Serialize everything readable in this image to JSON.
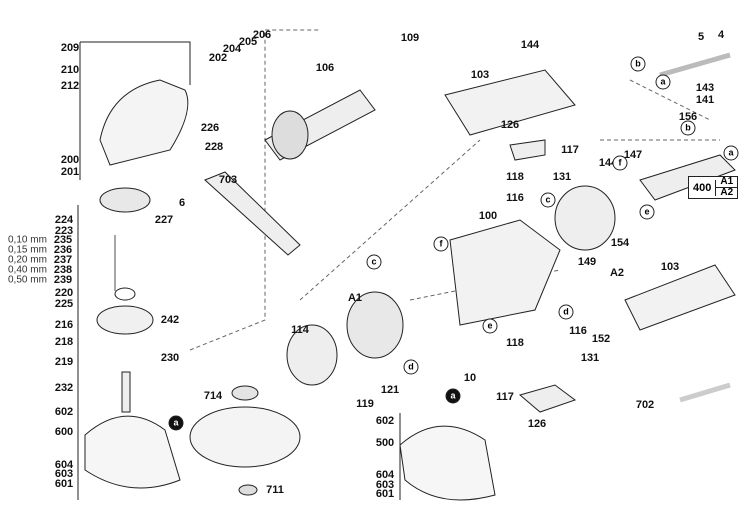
{
  "labels": {
    "p209": "209",
    "p210": "210",
    "p212": "212",
    "p200": "200",
    "p201": "201",
    "p202": "202",
    "p204": "204",
    "p205": "205",
    "p206": "206",
    "p106": "106",
    "p109": "109",
    "p226": "226",
    "p228": "228",
    "p6": "6",
    "p703": "703",
    "p227": "227",
    "p224": "224",
    "p223": "223",
    "p235": "235",
    "p236": "236",
    "p237": "237",
    "p238": "238",
    "p239": "239",
    "p220": "220",
    "p225": "225",
    "p242": "242",
    "p216": "216",
    "p218": "218",
    "p230": "230",
    "p219": "219",
    "p232": "232",
    "p602a": "602",
    "p600": "600",
    "p604a": "604",
    "p603a": "603",
    "p601a": "601",
    "p714": "714",
    "p711": "711",
    "p144a": "144",
    "p103a": "103",
    "p126a": "126",
    "p117a": "117",
    "p118a": "118",
    "p131a": "131",
    "p116a": "116",
    "p144b": "144",
    "p147": "147",
    "p100": "100",
    "p154": "154",
    "p149": "149",
    "p114": "114",
    "p116b": "116",
    "p118b": "118",
    "p131b": "131",
    "p10": "10",
    "p121": "121",
    "p119": "119",
    "p103b": "103",
    "p152": "152",
    "p117b": "117",
    "p126b": "126",
    "p702": "702",
    "p602b": "602",
    "p500": "500",
    "p604b": "604",
    "p603b": "603",
    "p601b": "601",
    "p5": "5",
    "p4": "4",
    "p143": "143",
    "p141": "141",
    "p156": "156",
    "A1a": "A1",
    "A2a": "A2"
  },
  "shims": [
    "0,10 mm",
    "0,15 mm",
    "0,20 mm",
    "0,40 mm",
    "0,50 mm"
  ],
  "callouts": {
    "a": "a",
    "b": "b",
    "c": "c",
    "d": "d",
    "e": "e",
    "f": "f"
  },
  "assembly_box": {
    "number": "400",
    "variants": [
      "A1",
      "A2"
    ]
  }
}
